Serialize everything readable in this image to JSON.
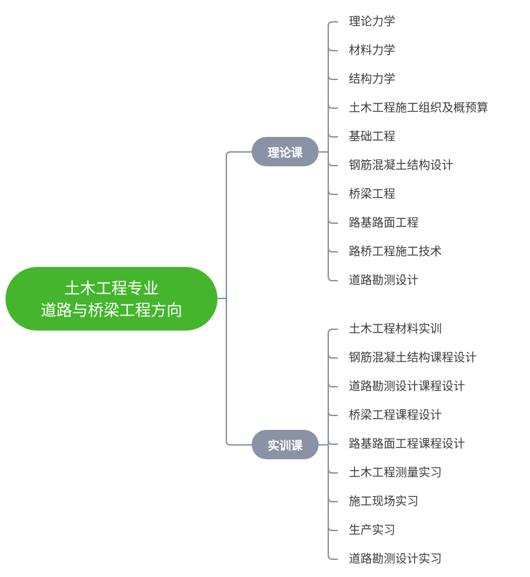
{
  "root": {
    "line1": "土木工程专业",
    "line2": "道路与桥梁工程方向"
  },
  "colors": {
    "root": "#45b52e",
    "branch": "#8a93a5",
    "line": "#8a93a5"
  },
  "branches": [
    {
      "label": "理论课",
      "children": [
        "理论力学",
        "材料力学",
        "结构力学",
        "土木工程施工组织及概预算",
        "基础工程",
        "钢筋混凝土结构设计",
        "桥梁工程",
        "路基路面工程",
        "路桥工程施工技术",
        "道路勘测设计"
      ]
    },
    {
      "label": "实训课",
      "children": [
        "土木工程材料实训",
        "钢筋混凝土结构课程设计",
        "道路勘测设计课程设计",
        "桥梁工程课程设计",
        "路基路面工程课程设计",
        "土木工程测量实习",
        "施工现场实习",
        "生产实习",
        "道路勘测设计实习"
      ]
    }
  ]
}
